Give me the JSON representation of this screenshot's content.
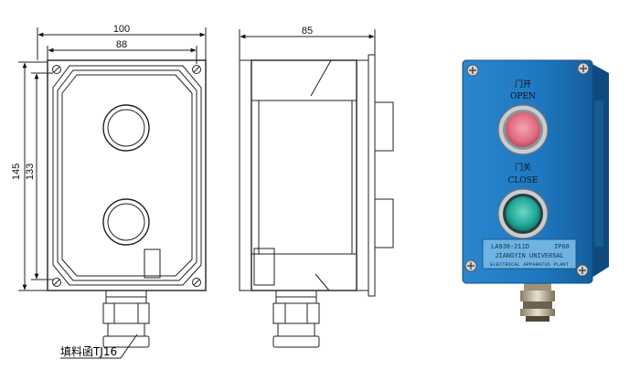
{
  "front_view": {
    "dim_outer_width": "100",
    "dim_inner_width": "88",
    "dim_outer_height": "145",
    "dim_inner_height": "133",
    "callout_text": "填料函TJ16"
  },
  "side_view": {
    "dim_depth": "85"
  },
  "product_photo": {
    "button_top_label_cn": "门开",
    "button_top_label_en": "OPEN",
    "button_bottom_label_cn": "门关",
    "button_bottom_label_en": "CLOSE",
    "nameplate_model": "LA938-211D",
    "nameplate_rating": "IP68",
    "nameplate_maker": "JIANGYIN UNIVERSAL",
    "nameplate_plant": "ELECTRICAL APPARATUS PLANT",
    "body_color": "#1e78c0",
    "red_button_color": "#e46b80",
    "green_button_color": "#1fa898"
  }
}
